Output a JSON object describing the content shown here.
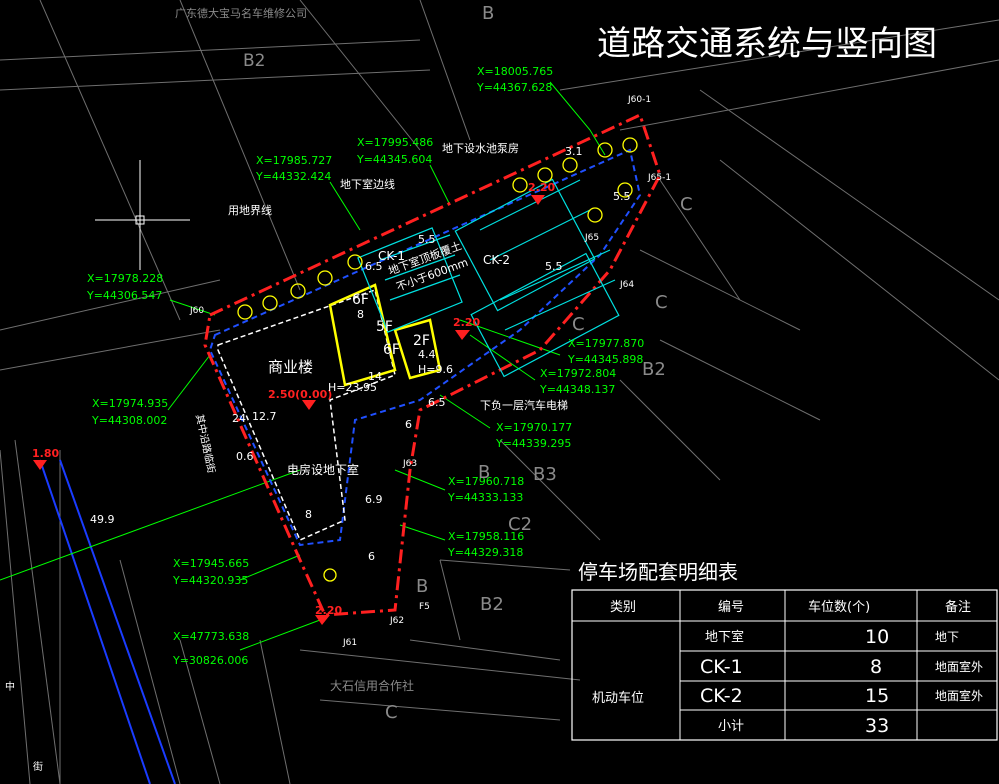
{
  "title": "道路交通系统与竖向图",
  "top_labels": {
    "company": "广东德大宝马名车维修公司",
    "zone_b": "B",
    "zone_b2": "B2"
  },
  "coords": [
    {
      "x": "X=18005.765",
      "y": "Y=44367.628"
    },
    {
      "x": "X=17995.486",
      "y": "Y=44345.604"
    },
    {
      "x": "X=17985.727",
      "y": "Y=44332.424"
    },
    {
      "x": "X=17978.228",
      "y": "Y=44306.547"
    },
    {
      "x": "X=17974.935",
      "y": "Y=44308.002"
    },
    {
      "x": "X=17945.665",
      "y": "Y=44320.935"
    },
    {
      "x": "X=47773.638",
      "y": "Y=30826.006"
    },
    {
      "x": "X=17977.870",
      "y": "Y=44345.898"
    },
    {
      "x": "X=17972.804",
      "y": "Y=44348.137"
    },
    {
      "x": "X=17970.177",
      "y": "Y=44339.295"
    },
    {
      "x": "X=17960.718",
      "y": "Y=44333.133"
    },
    {
      "x": "X=17958.116",
      "y": "Y=44329.318"
    }
  ],
  "annotations": {
    "pump_room": "地下设水池泵房",
    "basement_line": "地下室边线",
    "land_boundary": "用地界线",
    "roof_note_1": "地下室顶板覆土",
    "roof_note_2": "不小于600mm",
    "elevator": "下负一层汽车电梯",
    "commercial": "商业楼",
    "floors_6f": "6F",
    "floors_5f": "5F",
    "floors_2f": "2F",
    "floors_6f_b": "6F",
    "substation": "电房设地下室",
    "elevation_main": "2.50(0.00)",
    "height_main": "H=23.95",
    "height_small": "H=9.6",
    "ck1": "CK-1",
    "ck2": "CK-2",
    "bank": "大石信用合作社",
    "road_side": "其中沿路临街",
    "road_name_1": "中",
    "road_name_2": "街"
  },
  "elevations": [
    "2.20",
    "2.20",
    "2.20",
    "1.80"
  ],
  "dimensions": [
    "5.5",
    "5.5",
    "8",
    "14",
    "12.7",
    "24",
    "8",
    "6",
    "6.5",
    "6",
    "6.9",
    "0.6",
    "49.9",
    "4.4",
    "6.5",
    "3.1",
    "5.5"
  ],
  "points": [
    "J60-1",
    "J65-1",
    "J65",
    "J64",
    "J60",
    "J63",
    "J62",
    "J61",
    "F5"
  ],
  "zones": [
    "C",
    "C",
    "C",
    "B2",
    "B",
    "B3",
    "C2",
    "B",
    "B2",
    "C"
  ],
  "parking_table": {
    "title": "停车场配套明细表",
    "headers": [
      "类别",
      "编号",
      "车位数(个)",
      "备注"
    ],
    "category": "机动车位",
    "rows": [
      {
        "code": "地下室",
        "count": "10",
        "note": "地下"
      },
      {
        "code": "CK-1",
        "count": "8",
        "note": "地面室外"
      },
      {
        "code": "CK-2",
        "count": "15",
        "note": "地面室外"
      },
      {
        "code": "小计",
        "count": "33",
        "note": ""
      }
    ]
  }
}
